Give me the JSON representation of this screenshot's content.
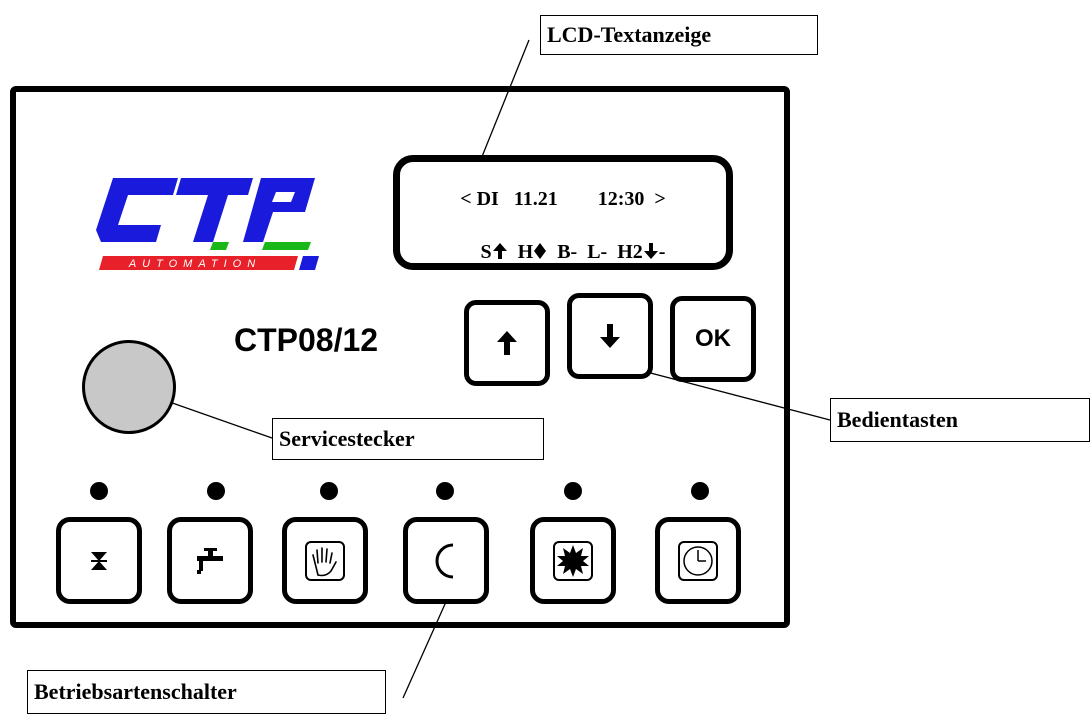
{
  "callouts": {
    "lcd_display": "LCD-Textanzeige",
    "operating_keys": "Bedientasten",
    "service_plug": "Servicestecker",
    "mode_switch": "Betriebsartenschalter"
  },
  "logo": {
    "letters": "CT.P",
    "tagline": "AUTOMATION",
    "colors": {
      "blue": "#1a1adc",
      "red": "#e8202a",
      "green": "#18b818"
    }
  },
  "model": "CTP08/12",
  "lcd": {
    "line1": "< DI   11.21        12:30  >",
    "line2_parts": [
      "S",
      "arrow-up",
      "  H",
      "diamond",
      "  B-  L-  H2",
      "arrow-down",
      "-"
    ]
  },
  "keys": {
    "up": "arrow-up-icon",
    "down": "arrow-down-icon",
    "ok": "OK"
  },
  "mode_buttons": [
    {
      "icon": "hourglass-icon"
    },
    {
      "icon": "faucet-icon"
    },
    {
      "icon": "hand-icon"
    },
    {
      "icon": "moon-icon"
    },
    {
      "icon": "sun-icon"
    },
    {
      "icon": "clock-icon"
    }
  ]
}
